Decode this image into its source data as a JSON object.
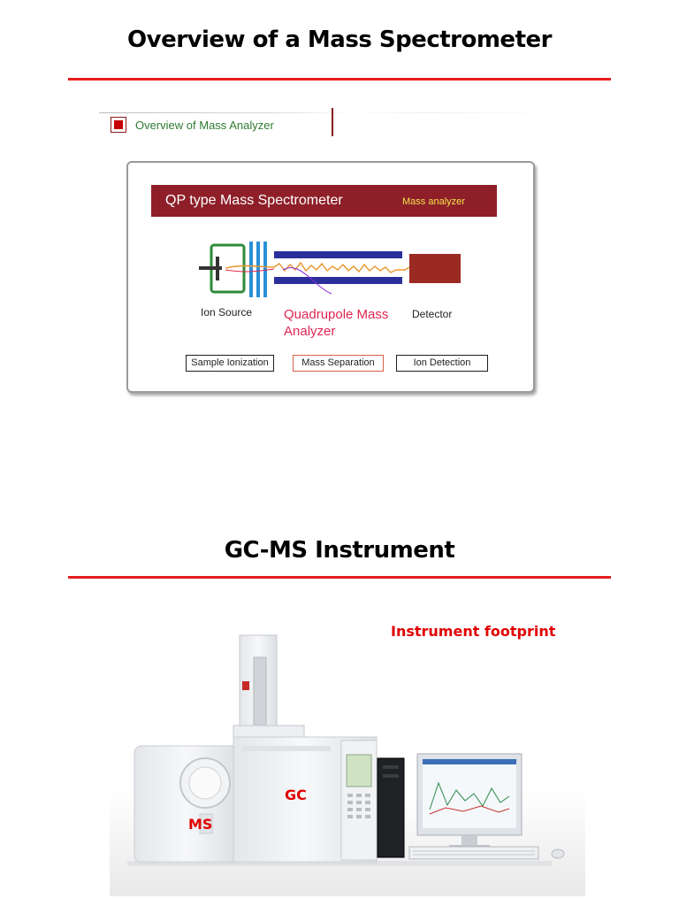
{
  "slide1": {
    "title": "Overview of a Mass Spectrometer",
    "header_strip_label": "Overview of Mass Analyzer",
    "banner": {
      "title": "QP type Mass Spectrometer",
      "subtitle": "Mass analyzer"
    },
    "component_labels": {
      "ion_source": "Ion Source",
      "quadrupole_line1": "Quadrupole Mass",
      "quadrupole_line2": "Analyzer",
      "detector": "Detector"
    },
    "stages": [
      {
        "label": "Sample Ionization",
        "border_color": "#1e1e1e"
      },
      {
        "label": "Mass Separation",
        "border_color": "#d9624a"
      },
      {
        "label": "Ion Detection",
        "border_color": "#1e1e1e"
      }
    ],
    "colors": {
      "accent_rule": "#e51d1d",
      "banner": "#8e1f29",
      "banner_subtitle": "#f3e24a",
      "ion_source": "#2e8b3a",
      "ion_lens": "#2b8fd6",
      "quadrupole_rods": "#2b2f9a",
      "detector": "#9b2a22",
      "signal": "#e8962e"
    }
  },
  "slide2": {
    "title": "GC-MS Instrument",
    "photo_labels": {
      "footprint": "Instrument footprint",
      "ms": "MS",
      "gc": "GC"
    },
    "label_color": "#e00000"
  }
}
